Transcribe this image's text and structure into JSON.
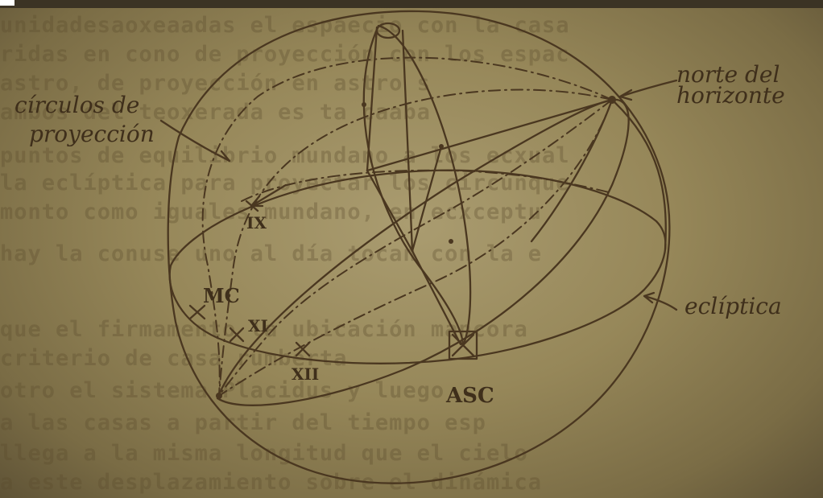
{
  "labels": {
    "projection_circles_line1": "círculos de",
    "projection_circles_line2": "proyección",
    "north_horizon_line1": "norte del",
    "north_horizon_line2": "horizonte",
    "ecliptic": "eclíptica",
    "asc": "ASC",
    "mc": "MC",
    "house_ix": "IX",
    "house_xi": "XI",
    "house_xii": "XII"
  },
  "background_text_lines": [
    "unidadesaoxeaadas el espaecio con la casa",
    "ridas en cono de proyección con los espac",
    "astro, de proyección en astro s",
    "ambos del teoxerada es ta caaba",
    "puntos de equilibrio mundano a los ecxual",
    "la eclíptica para proyectar los circunque",
    "monto como iguales mundano, en ecxceptu",
    "hay la conuse uno al día tocan con la e",
    "",
    "que el firmamento la ubicación mancora",
    "criterio de casa rumberta",
    "otro el sistema Placidus y luego",
    "a las casas a partir del tiempo esp",
    "llega a la misma longitud que el cielo",
    "a este desplazamiento sobre el dinámica"
  ],
  "colors": {
    "paper": "#968759",
    "ink": "#4a3720"
  }
}
